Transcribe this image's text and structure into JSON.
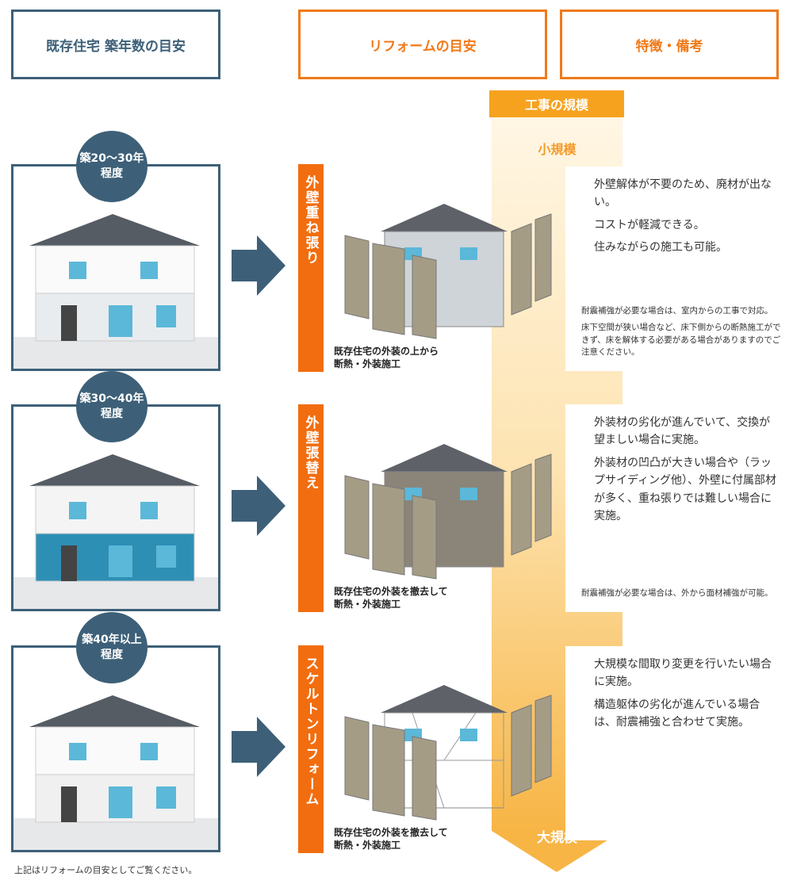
{
  "headers": {
    "age": "既存住宅 築年数の目安",
    "reform": "リフォームの目安",
    "features": "特徴・備考"
  },
  "scale": {
    "title": "工事の規模",
    "small": "小規模",
    "large": "大規模"
  },
  "colors": {
    "blue": "#3d6078",
    "orange": "#f26d0f",
    "amber": "#f7a21f"
  },
  "rows": [
    {
      "age_line1": "築20〜30年",
      "age_line2": "程度",
      "method": "外壁重ね張り",
      "caption_line1": "既存住宅の外装の上から",
      "caption_line2": "断熱・外装施工",
      "notes": [
        "外壁解体が不要のため、廃材が出ない。",
        "コストが軽減できる。",
        "住みながらの施工も可能。"
      ],
      "small_notes": [
        "耐震補強が必要な場合は、室内からの工事で対応。",
        "床下空間が狭い場合など、床下側からの断熱施工ができず、床を解体する必要がある場合がありますのでご注意ください。"
      ]
    },
    {
      "age_line1": "築30〜40年",
      "age_line2": "程度",
      "method": "外壁張替え",
      "caption_line1": "既存住宅の外装を撤去して",
      "caption_line2": "断熱・外装施工",
      "notes": [
        "外装材の劣化が進んでいて、交換が望ましい場合に実施。",
        "外装材の凹凸が大きい場合や（ラップサイディング他）、外壁に付属部材が多く、重ね張りでは難しい場合に実施。"
      ],
      "small_notes": [
        "耐震補強が必要な場合は、外から面材補強が可能。"
      ]
    },
    {
      "age_line1": "築40年以上",
      "age_line2": "程度",
      "method": "スケルトンリフォーム",
      "caption_line1": "既存住宅の外装を撤去して",
      "caption_line2": "断熱・外装施工",
      "notes": [
        "大規模な間取り変更を行いたい場合に実施。",
        "構造躯体の劣化が進んでいる場合は、耐震補強と合わせて実施。"
      ],
      "small_notes": []
    }
  ],
  "footer": "上記はリフォームの目安としてご覧ください。"
}
